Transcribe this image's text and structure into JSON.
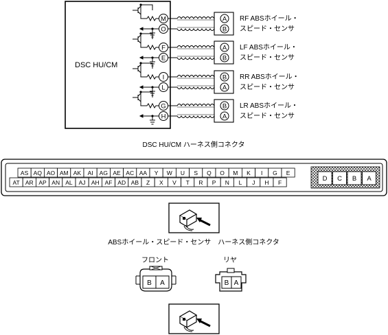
{
  "module": {
    "label": "DSC HU/CM"
  },
  "channels": [
    {
      "pin_a": "M",
      "pin_b": "O",
      "sensor_pins": [
        "A",
        "B"
      ],
      "sensor_line1": "RF ABSホイール・",
      "sensor_line2": "スピード・センサ"
    },
    {
      "pin_a": "F",
      "pin_b": "E",
      "sensor_pins": [
        "A",
        "B"
      ],
      "sensor_line1": "LF ABSホイール・",
      "sensor_line2": "スピード・センサ"
    },
    {
      "pin_a": "I",
      "pin_b": "L",
      "sensor_pins": [
        "B",
        "A"
      ],
      "sensor_line1": "RR ABSホイール・",
      "sensor_line2": "スピード・センサ"
    },
    {
      "pin_a": "G",
      "pin_b": "H",
      "sensor_pins": [
        "B",
        "A"
      ],
      "sensor_line1": "LR ABSホイール・",
      "sensor_line2": "スピード・センサ"
    }
  ],
  "harness_connector": {
    "title": "DSC HU/CM ハーネス側コネクタ",
    "top_row": [
      "AS",
      "AQ",
      "AO",
      "AM",
      "AK",
      "AI",
      "AG",
      "AE",
      "AC",
      "AA",
      "Y",
      "W",
      "U",
      "S",
      "Q",
      "O",
      "M",
      "K",
      "I",
      "G",
      "E"
    ],
    "bottom_row": [
      "AT",
      "AR",
      "AP",
      "AN",
      "AL",
      "AJ",
      "AH",
      "AF",
      "AD",
      "AB",
      "Z",
      "X",
      "V",
      "T",
      "R",
      "P",
      "N",
      "L",
      "J",
      "H",
      "F"
    ],
    "large_pins": [
      "D",
      "C",
      "B",
      "A"
    ]
  },
  "sensor_connector": {
    "title": "ABSホイール・スピード・センサ　ハーネス側コネクタ",
    "front_label": "フロント",
    "rear_label": "リヤ",
    "front_pins": [
      "B",
      "A"
    ],
    "rear_pins": [
      "B",
      "A"
    ]
  },
  "icons": [
    "harness-side-view-icon",
    "harness-side-view-icon"
  ]
}
